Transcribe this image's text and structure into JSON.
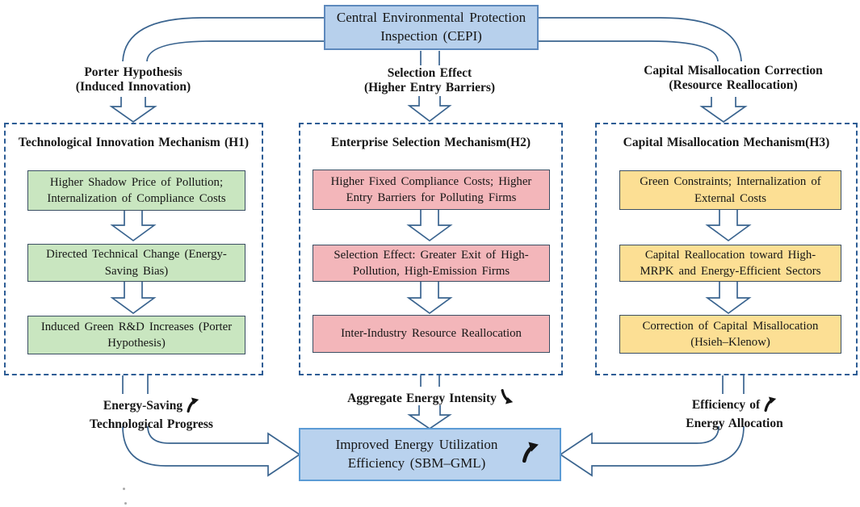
{
  "top_box": {
    "label": "Central Environmental Protection Inspection (CEPI)"
  },
  "flow_labels": {
    "left": {
      "line1": "Porter Hypothesis",
      "line2": "(Induced Innovation)"
    },
    "middle": {
      "line1": "Selection Effect",
      "line2": "(Higher Entry Barriers)"
    },
    "right": {
      "line1": "Capital Misallocation Correction",
      "line2": "(Resource Reallocation)"
    }
  },
  "panels": [
    {
      "title": "Technological Innovation Mechanism (H1)",
      "boxes": [
        "Higher Shadow Price of Pollution; Internalization of Compliance Costs",
        "Directed Technical Change (Energy-Saving Bias)",
        "Induced Green R&D Increases (Porter Hypothesis)"
      ]
    },
    {
      "title": "Enterprise Selection Mechanism(H2)",
      "boxes": [
        "Higher Fixed Compliance Costs; Higher Entry Barriers for Polluting Firms",
        "Selection Effect: Greater Exit of High-Pollution, High-Emission Firms",
        "Inter-Industry Resource Reallocation"
      ]
    },
    {
      "title": "Capital Misallocation Mechanism(H3)",
      "boxes": [
        "Green Constraints; Internalization of External Costs",
        "Capital Reallocation toward High-MRPK and Energy-Efficient Sectors",
        "Correction of Capital Misallocation (Hsieh–Klenow)"
      ]
    }
  ],
  "outcomes": {
    "left": {
      "line1": "Energy-Saving",
      "line2": "Technological Progress",
      "trend": "up"
    },
    "middle": {
      "text": "Aggregate Energy Intensity",
      "trend": "down"
    },
    "right": {
      "line1": "Efficiency of",
      "line2": "Energy Allocation",
      "trend": "up"
    }
  },
  "bottom_box": {
    "label": "Improved Energy Utilization Efficiency (SBM–GML)",
    "trend": "up"
  },
  "colors": {
    "top_box_fill": "#b7d0ec",
    "top_box_border": "#5d89bd",
    "bottom_box_fill": "#b9d2ee",
    "bottom_box_border": "#5b9bd5",
    "panel_dashed_border": "#2d5d95",
    "green_fill": "#c9e6c0",
    "pink_fill": "#f3b6ba",
    "yellow_fill": "#fcdf94",
    "inner_box_border": "#3b4f63",
    "connector_stroke": "#3a648f",
    "trend_arrow": "#141414"
  }
}
